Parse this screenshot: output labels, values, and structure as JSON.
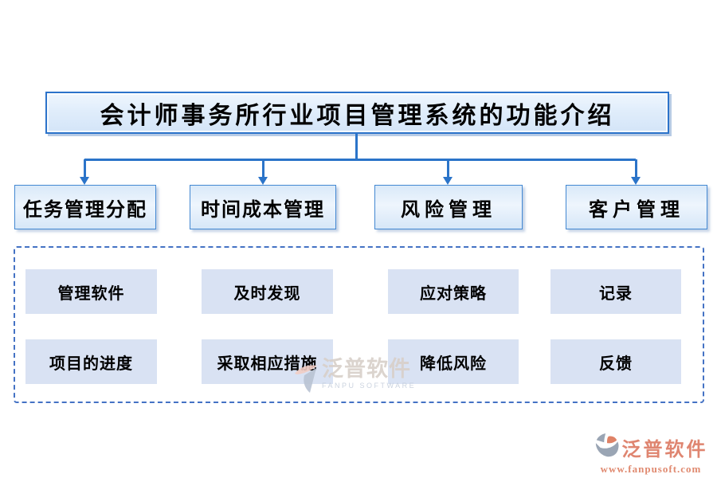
{
  "title": {
    "text": "会计师事务所行业项目管理系统的功能介绍"
  },
  "branches": [
    {
      "label": "任务管理分配",
      "sub_items": [
        "管理软件",
        "项目的进度"
      ]
    },
    {
      "label": "时间成本管理",
      "sub_items": [
        "及时发现",
        "采取相应措施"
      ]
    },
    {
      "label": "风险管理",
      "sub_items": [
        "应对策略",
        "降低风险"
      ]
    },
    {
      "label": "客户管理",
      "sub_items": [
        "记录",
        "反馈"
      ]
    }
  ],
  "watermark": {
    "text": "泛普软件",
    "subtext": "FANPU SOFTWARE"
  },
  "footer": {
    "brand": "泛普软件",
    "website": "www.fanpusoft.com"
  },
  "colors": {
    "connector": "#2b74c9",
    "title_border": "#2c73ca",
    "title_fill": "#e0edfb",
    "branch_border": "#4388d2",
    "branch_fill": "#e3effb",
    "detail_fill": "#d9e2f3",
    "dashed_border": "#4472c4",
    "brand_salmon": "#df8570",
    "brand_gray": "#9aa5b4"
  }
}
